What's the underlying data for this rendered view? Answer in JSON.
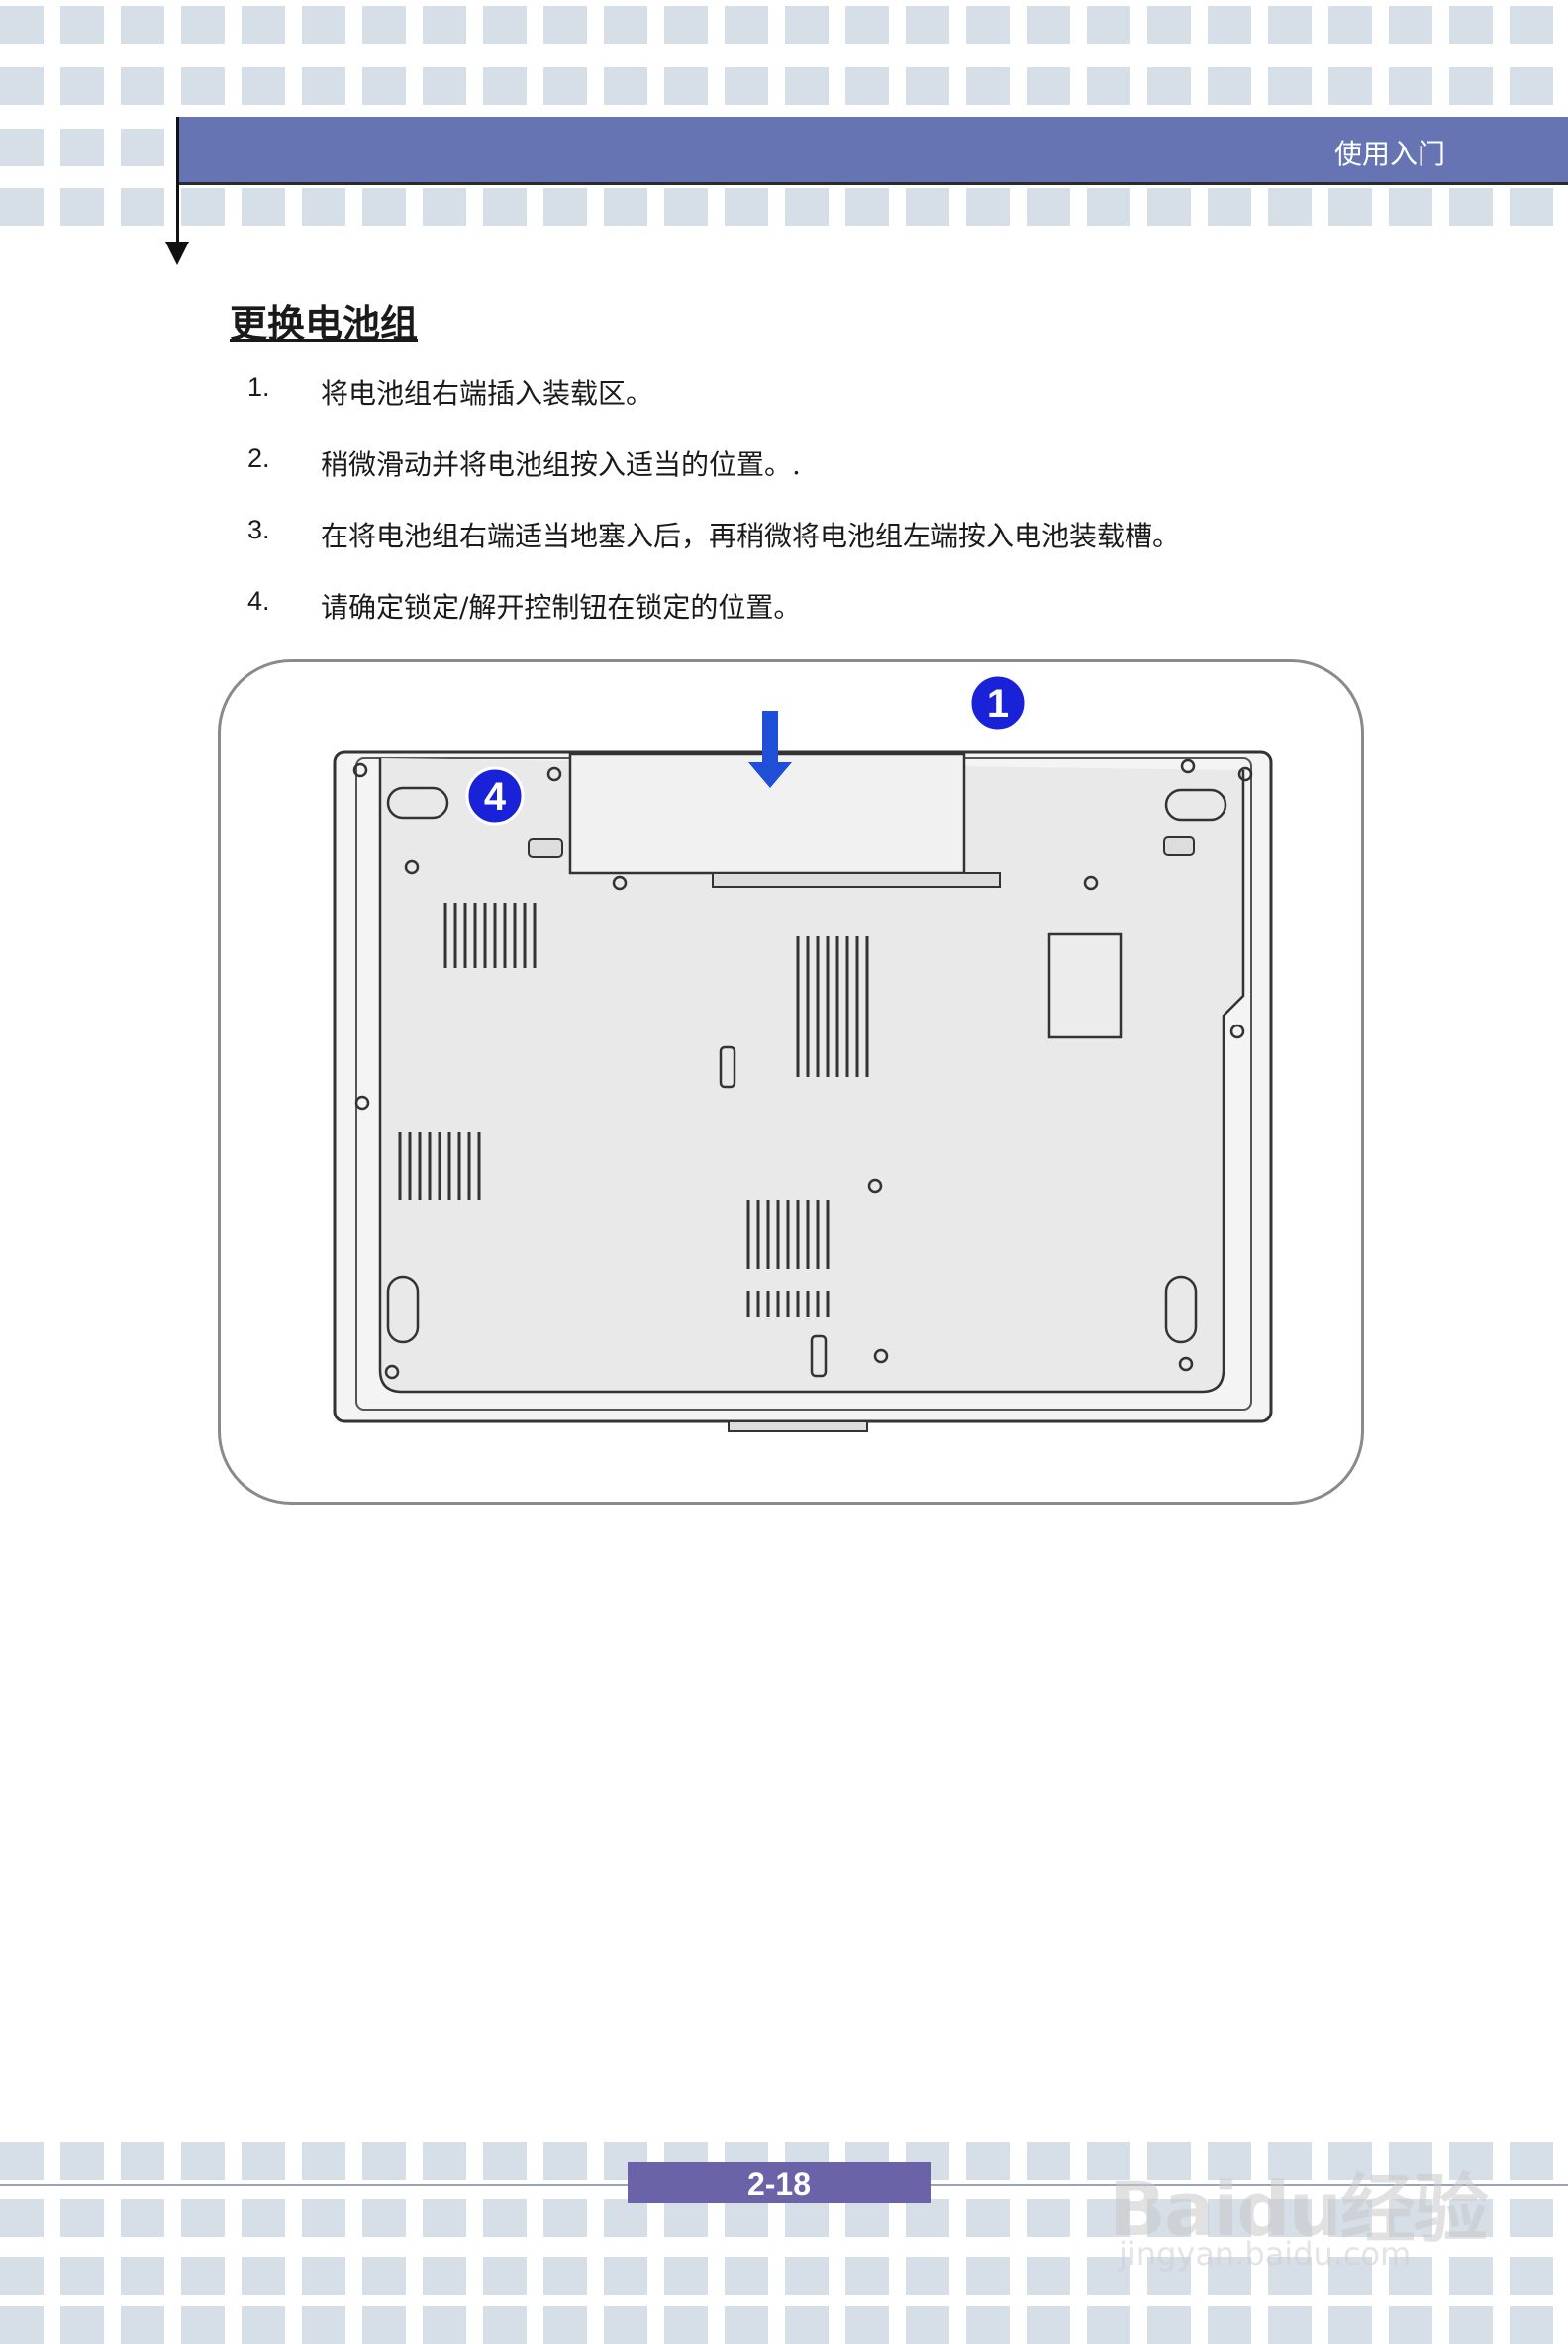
{
  "header": {
    "title": "使用入门"
  },
  "section_title": "更换电池组",
  "steps": [
    {
      "num": "1.",
      "text": "将电池组右端插入装载区。"
    },
    {
      "num": "2.",
      "text": "稍微滑动并将电池组按入适当的位置。."
    },
    {
      "num": "3.",
      "text": "在将电池组右端适当地塞入后，再稍微将电池组左端按入电池装载槽。"
    },
    {
      "num": "4.",
      "text": "请确定锁定/解开控制钮在锁定的位置。"
    }
  ],
  "figure": {
    "callout_1": "1",
    "callout_4": "4",
    "accent_color": "#1a22d8",
    "arrow_color": "#1f4fd6"
  },
  "footer": {
    "page_number": "2-18"
  },
  "watermark": {
    "logo": "Baidu经验",
    "url": "jingyan.baidu.com"
  },
  "colors": {
    "header_band": "#6674b4",
    "page_badge": "#6a63a8",
    "tile": "#d6dee8"
  }
}
